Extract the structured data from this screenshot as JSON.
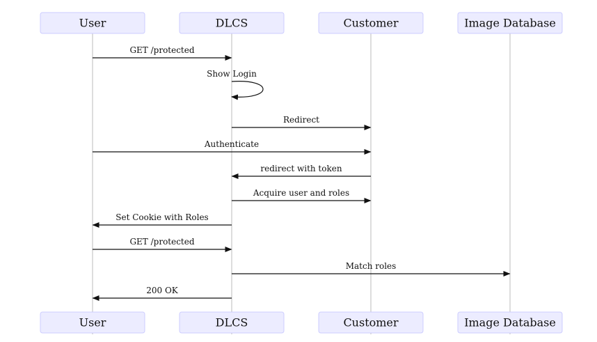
{
  "actors": [
    {
      "id": "user",
      "label": "User"
    },
    {
      "id": "dlcs",
      "label": "DLCS"
    },
    {
      "id": "customer",
      "label": "Customer"
    },
    {
      "id": "imagedb",
      "label": "Image Database"
    }
  ],
  "messages": [
    {
      "from": 0,
      "to": 1,
      "label": "GET /protected"
    },
    {
      "from": 1,
      "to": 1,
      "label": "Show Login"
    },
    {
      "from": 1,
      "to": 2,
      "label": "Redirect"
    },
    {
      "from": 0,
      "to": 2,
      "label": "Authenticate"
    },
    {
      "from": 2,
      "to": 1,
      "label": "redirect with token"
    },
    {
      "from": 1,
      "to": 2,
      "label": "Acquire user and roles"
    },
    {
      "from": 1,
      "to": 0,
      "label": "Set Cookie with Roles"
    },
    {
      "from": 0,
      "to": 1,
      "label": "GET /protected"
    },
    {
      "from": 1,
      "to": 3,
      "label": "Match roles"
    },
    {
      "from": 1,
      "to": 0,
      "label": "200 OK"
    }
  ]
}
